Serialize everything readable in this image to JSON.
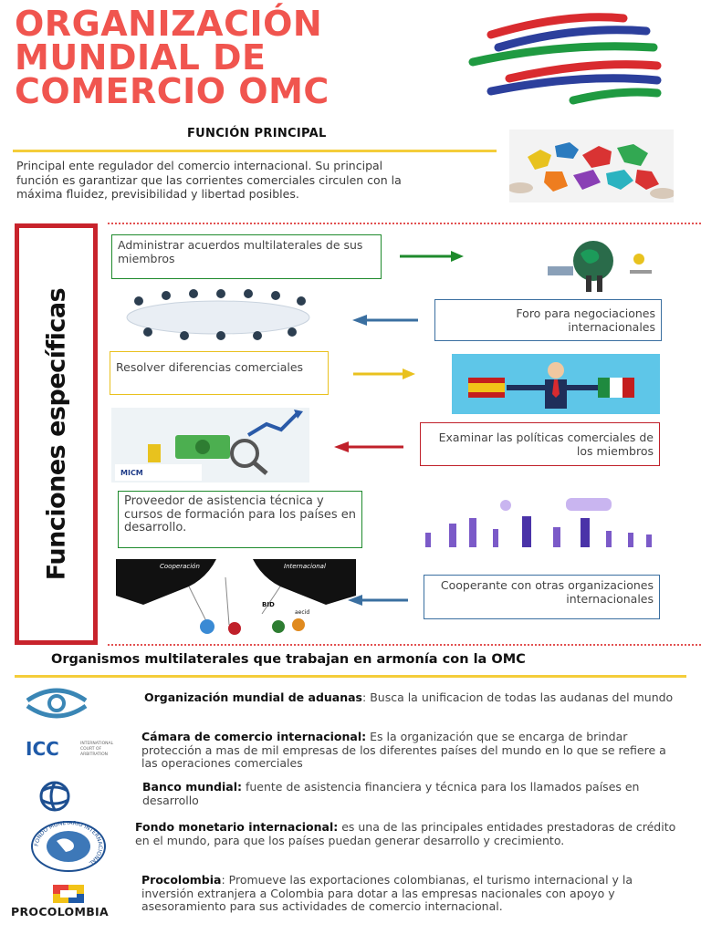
{
  "header": {
    "title_line1": "ORGANIZACIÓN",
    "title_line2": "MUNDIAL DE",
    "title_line3": "COMERCIO OMC"
  },
  "principal": {
    "title": "FUNCIÓN PRINCIPAL",
    "text": "Principal ente regulador del comercio internacional. Su principal función es garantizar que las corrientes comerciales circulen con la máxima fluidez, previsibilidad y libertad posibles."
  },
  "especificas": {
    "label": "Funciones específicas",
    "items": [
      {
        "text": "Administrar acuerdos multilaterales de sus miembros",
        "color": "#1e8a2c"
      },
      {
        "text": "Foro para negociaciones internacionales",
        "color": "#3a6fa0"
      },
      {
        "text": "Resolver diferencias comerciales",
        "color": "#e9c11e"
      },
      {
        "text": "Examinar las políticas comerciales de los miembros",
        "color": "#c0202a"
      },
      {
        "text": "Proveedor de asistencia técnica y cursos de formación para los países en desarrollo.",
        "color": "#1e8a2c"
      },
      {
        "text": "Cooperante con otras organizaciones internacionales",
        "color": "#3a6fa0"
      }
    ],
    "img_labels": {
      "micm": "MICM",
      "coop_left": "Cooperación",
      "coop_right": "Internacional",
      "bid": "BID",
      "aecid": "aecid"
    }
  },
  "organismos": {
    "title": "Organismos multilaterales que trabajan en armonía con la OMC",
    "items": [
      {
        "name": "Organización mundial de aduanas",
        "sep": ":",
        "desc": " Busca la unificacion de todas las audanas del mundo"
      },
      {
        "name": "Cámara de comercio internacional:",
        "sep": "",
        "desc": " Es la organización que se encarga de brindar protección a mas de mil empresas de los diferentes países del mundo en lo que se refiere a las operaciones comerciales"
      },
      {
        "name": "Banco mundial:",
        "sep": "",
        "desc": " fuente de asistencia financiera y técnica para los llamados países en desarrollo"
      },
      {
        "name": "Fondo monetario internacional:",
        "sep": "",
        "desc": "  es una de las principales entidades prestadoras de crédito en el mundo, para que los países puedan generar desarrollo y crecimiento."
      },
      {
        "name": "Procolombia",
        "sep": ":",
        "desc": " Promueve las exportaciones colombianas, el turismo internacional y la inversión extranjera a Colombia para dotar a las empresas nacionales con apoyo y asesoramiento para sus actividades de comercio internacional."
      }
    ],
    "logos": {
      "icc": "ICC",
      "icc_sub1": "INTERNATIONAL",
      "icc_sub2": "COURT OF",
      "icc_sub3": "ARBITRATION",
      "imf_ring": "FONDO MONETARIO INTERNACIONAL",
      "procolombia": "PROCOLOMBIA"
    }
  },
  "colors": {
    "title_red": "#f0554f",
    "accent_yellow": "#f4cd3a",
    "frame_red": "#c8232c"
  }
}
